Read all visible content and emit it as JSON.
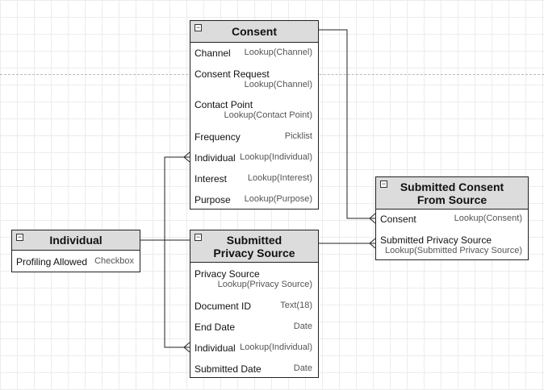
{
  "entities": {
    "consent": {
      "title": "Consent",
      "fields": [
        {
          "name": "Channel",
          "type": "Lookup(Channel)"
        },
        {
          "name": "Consent Request",
          "type": "Lookup(Channel)"
        },
        {
          "name": "Contact Point",
          "type": "Lookup(Contact Point)"
        },
        {
          "name": "Frequency",
          "type": "Picklist"
        },
        {
          "name": "Individual",
          "type": "Lookup(Individual)"
        },
        {
          "name": "Interest",
          "type": "Lookup(Interest)"
        },
        {
          "name": "Purpose",
          "type": "Lookup(Purpose)"
        }
      ]
    },
    "individual": {
      "title": "Individual",
      "fields": [
        {
          "name": "Profiling Allowed",
          "type": "Checkbox"
        }
      ]
    },
    "submitted_privacy_source": {
      "title_line1": "Submitted",
      "title_line2": "Privacy Source",
      "fields": [
        {
          "name": "Privacy Source",
          "type": "Lookup(Privacy Source)"
        },
        {
          "name": "Document ID",
          "type": "Text(18)"
        },
        {
          "name": "End Date",
          "type": "Date"
        },
        {
          "name": "Individual",
          "type": "Lookup(Individual)"
        },
        {
          "name": "Submitted Date",
          "type": "Date"
        }
      ]
    },
    "submitted_consent_from_source": {
      "title_line1": "Submitted Consent",
      "title_line2": "From Source",
      "fields": [
        {
          "name": "Consent",
          "type": "Lookup(Consent)"
        },
        {
          "name": "Submitted Privacy Source",
          "type": "Lookup(Submitted Privacy Source)"
        }
      ]
    }
  }
}
